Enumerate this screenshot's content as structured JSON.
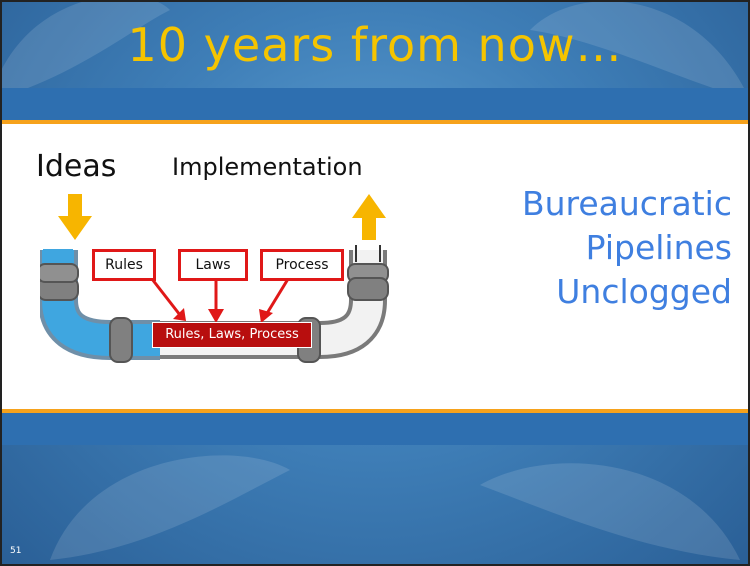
{
  "slide": {
    "title": "10 years from now…",
    "page_number": "51"
  },
  "diagram": {
    "label_ideas": "Ideas",
    "label_implementation": "Implementation",
    "box_rules": "Rules",
    "box_laws": "Laws",
    "box_process": "Process",
    "blockage_label": "Rules, Laws, Process"
  },
  "side_text": {
    "line1": "Bureaucratic",
    "line2": "Pipelines",
    "line3": "Unclogged"
  },
  "colors": {
    "title": "#f5c400",
    "accent_text": "#3f7fe0",
    "band_blue": "#2e6fb0",
    "orange_rule": "#f6a21c",
    "box_border": "#e01818",
    "blockage_fill": "#b80e0e"
  }
}
